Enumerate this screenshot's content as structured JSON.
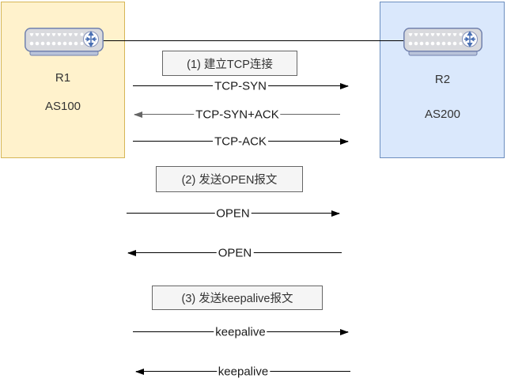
{
  "nodes": {
    "left": {
      "name": "R1",
      "asn": "AS100"
    },
    "right": {
      "name": "R2",
      "asn": "AS200"
    }
  },
  "steps": [
    {
      "label": "(1) 建立TCP连接"
    },
    {
      "label": "(2) 发送OPEN报文"
    },
    {
      "label": "(3) 发送keepalive报文"
    }
  ],
  "messages": [
    {
      "text": "TCP-SYN",
      "direction": "right"
    },
    {
      "text": "TCP-SYN+ACK",
      "direction": "left"
    },
    {
      "text": "TCP-ACK",
      "direction": "right"
    },
    {
      "text": "OPEN",
      "direction": "right"
    },
    {
      "text": "OPEN",
      "direction": "left"
    },
    {
      "text": "keepalive",
      "direction": "right"
    },
    {
      "text": "keepalive",
      "direction": "left"
    }
  ],
  "colors": {
    "left_node_fill": "#FFF2CC",
    "left_node_border": "#D6B656",
    "right_node_fill": "#DAE8FC",
    "right_node_border": "#6C8EBF",
    "step_box_fill": "#F5F5F5",
    "step_box_border": "#666666",
    "arrow_default": "#000000",
    "arrow_gray": "#666666"
  }
}
